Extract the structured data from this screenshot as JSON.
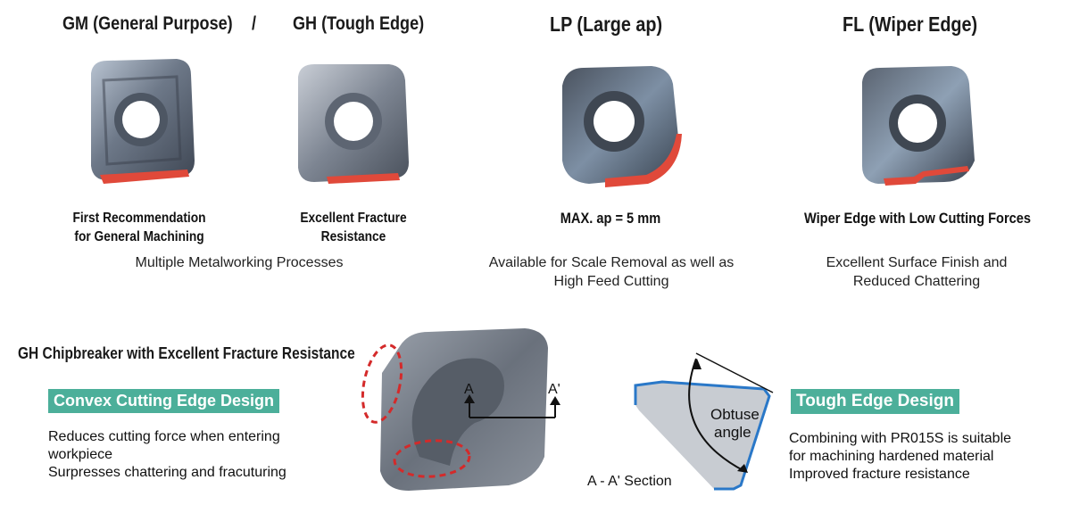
{
  "headings": {
    "gm": "GM (General Purpose)",
    "slash": "/",
    "gh": "GH (Tough Edge)",
    "lp": "LP (Large ap)",
    "fl": "FL (Wiper Edge)"
  },
  "subs": {
    "gm_line1": "First Recommendation",
    "gm_line2": "for General Machining",
    "gh": "Excellent Fracture Resistance",
    "lp": "MAX. ap = 5 mm",
    "fl": "Wiper Edge with Low Cutting Forces"
  },
  "descs": {
    "gm_gh": "Multiple Metalworking Processes",
    "lp_line1": "Available for Scale Removal as well as",
    "lp_line2": "High Feed Cutting",
    "fl_line1": "Excellent Surface Finish and",
    "fl_line2": "Reduced Chattering"
  },
  "bottom": {
    "chipbreaker_title": "GH Chipbreaker with Excellent Fracture Resistance",
    "convex_badge": "Convex Cutting Edge Design",
    "convex_line1": "Reduces cutting force when entering",
    "convex_line2": "workpiece",
    "convex_line3": "Surpresses chattering and fracuturing",
    "marker_a": "A",
    "marker_a_prime": "A'",
    "section_label": "A - A' Section",
    "obtuse_line1": "Obtuse",
    "obtuse_line2": "angle",
    "tough_badge": "Tough Edge Design",
    "tough_line1": "Combining with PR015S is suitable",
    "tough_line2": "for machining hardened material",
    "tough_line3": "Improved fracture resistance"
  },
  "colors": {
    "accent_teal": "#4caf9a",
    "edge_red": "#e0493a",
    "insert_steel": "#6f7886",
    "section_blue": "#2a78c8"
  }
}
